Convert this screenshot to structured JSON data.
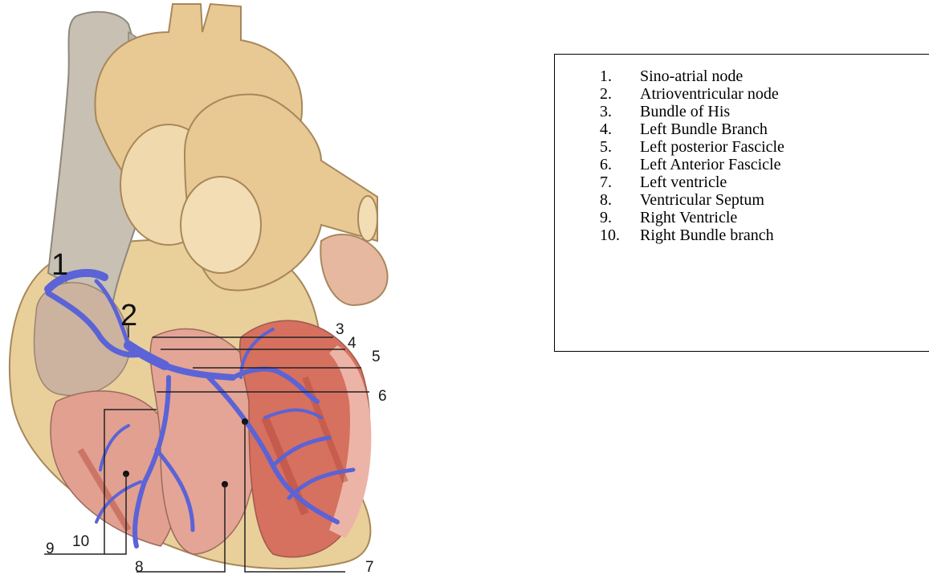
{
  "diagram": {
    "labels": [
      "1",
      "2",
      "3",
      "4",
      "5",
      "6",
      "7",
      "8",
      "9",
      "10"
    ]
  },
  "legend": {
    "items": [
      {
        "num": "1.",
        "text": "Sino-atrial node"
      },
      {
        "num": "2.",
        "text": "Atrioventricular node"
      },
      {
        "num": "3.",
        "text": "Bundle of His"
      },
      {
        "num": "4.",
        "text": "Left Bundle Branch"
      },
      {
        "num": "5.",
        "text": "Left posterior Fascicle"
      },
      {
        "num": "6.",
        "text": "Left Anterior Fascicle"
      },
      {
        "num": "7.",
        "text": "Left ventricle"
      },
      {
        "num": "8.",
        "text": "Ventricular Septum"
      },
      {
        "num": "9.",
        "text": "Right Ventricle"
      },
      {
        "num": "10.",
        "text": "Right Bundle branch"
      }
    ]
  },
  "colors": {
    "vessel": "#e8c993",
    "vessel_dark": "#c9a66c",
    "vena_cava": "#c7c0b3",
    "fat": "#e9cf9a",
    "myocardium": "#d9776a",
    "myocardium_light": "#ecb4a6",
    "conduction": "#5b63d6"
  }
}
